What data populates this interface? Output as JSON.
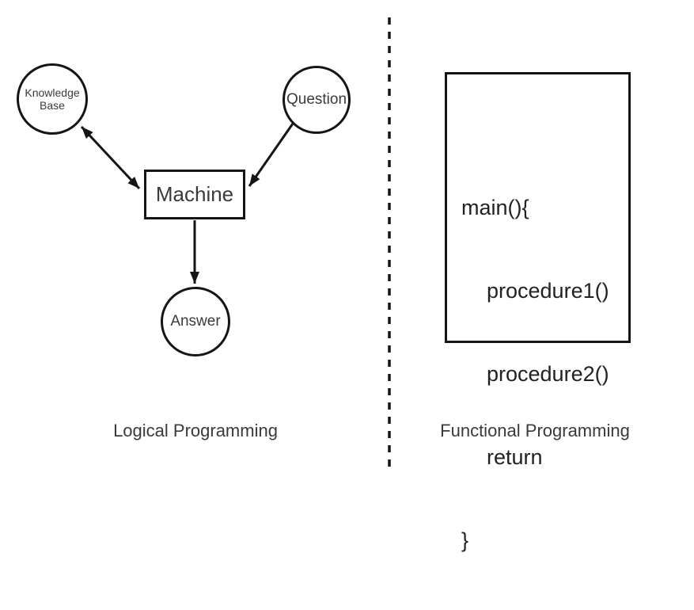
{
  "left_panel": {
    "label": "Logical Programming",
    "nodes": {
      "knowledge_base_line1": "Knowledge",
      "knowledge_base_line2": "Base",
      "question": "Question",
      "machine": "Machine",
      "answer": "Answer"
    }
  },
  "right_panel": {
    "label": "Functional Programming",
    "code_lines": [
      "main(){",
      "procedure1()",
      "procedure2()",
      "return",
      "}"
    ]
  },
  "colors": {
    "stroke": "#151515",
    "text": "#3a3a3a",
    "background": "#ffffff"
  }
}
